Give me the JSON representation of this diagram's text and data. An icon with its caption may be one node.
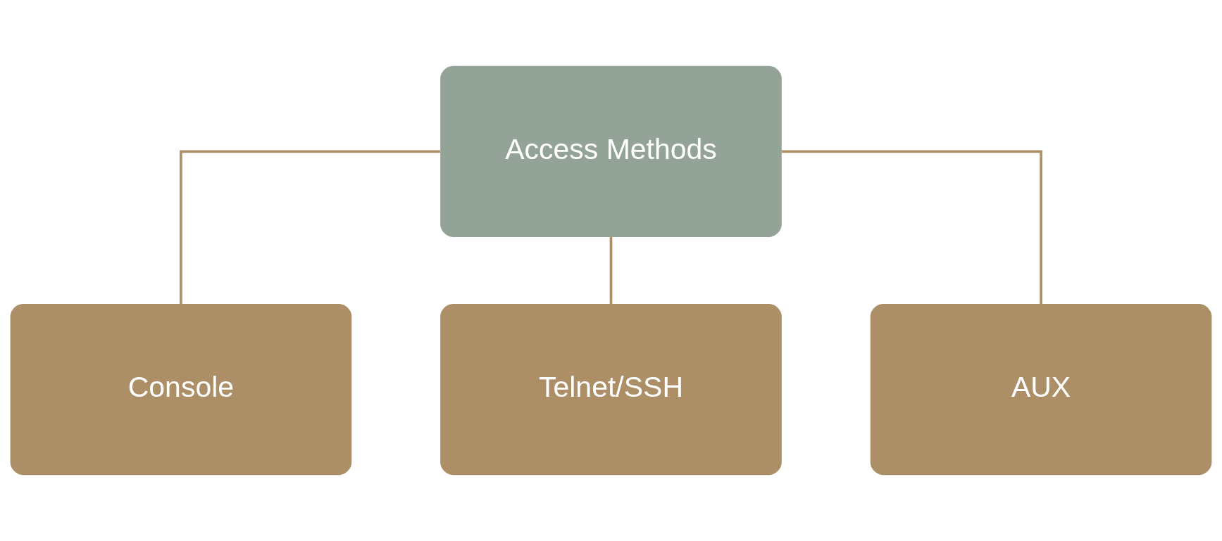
{
  "diagram": {
    "nodes": [
      {
        "text": [
          "Access Methods"
        ]
      },
      {
        "text": [
          "Console"
        ]
      },
      {
        "text": [
          "Telnet/SSH"
        ]
      },
      {
        "text": [
          "AUX"
        ]
      }
    ],
    "edges": [
      {
        "from": 0,
        "to": 1,
        "arrow": "none"
      },
      {
        "from": 0,
        "to": 2,
        "arrow": "none"
      },
      {
        "from": 0,
        "to": 3,
        "arrow": "none"
      }
    ]
  }
}
